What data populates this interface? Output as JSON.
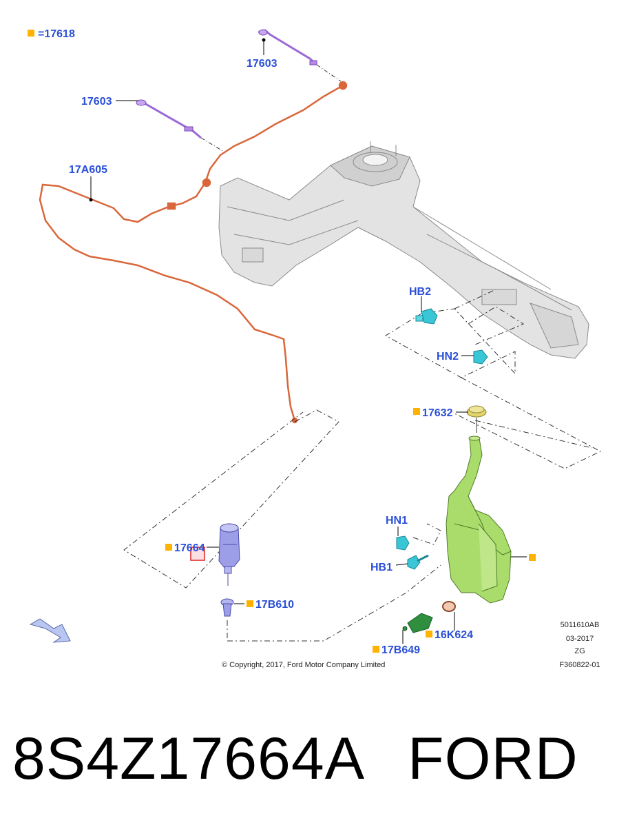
{
  "diagram": {
    "legend": {
      "symbol": "square",
      "text": "=17618"
    },
    "labels": {
      "p17603_top": "17603",
      "p17603_left": "17603",
      "p17a605": "17A605",
      "hb2": "HB2",
      "hn2": "HN2",
      "p17632": "17632",
      "hn1": "HN1",
      "hb1": "HB1",
      "p17664": "17664",
      "p17b610": "17B610",
      "p16k624": "16K624",
      "p17b649": "17B649"
    },
    "info": {
      "line1": "5011610AB",
      "line2": "03-2017",
      "line3": "ZG",
      "line4": "F360822-01"
    },
    "copyright": "© Copyright, 2017, Ford Motor Company Limited",
    "colors": {
      "label_blue": "#2a4fd6",
      "marker_orange": "#ffb300",
      "hose_orange": "#d9673a",
      "nozzle_purple": "#9a6ad6",
      "clip_cyan": "#39c6d6",
      "reservoir_green": "#a9dc6a",
      "cap_yellow": "#e2d36a",
      "pump_lavender": "#9d9ee8",
      "sensor_green": "#2f8f3e",
      "frame_grey": "#e3e3e3",
      "highlight_red": "#e02020"
    }
  },
  "caption": {
    "part_number": "8S4Z17664A",
    "brand": "FORD"
  }
}
